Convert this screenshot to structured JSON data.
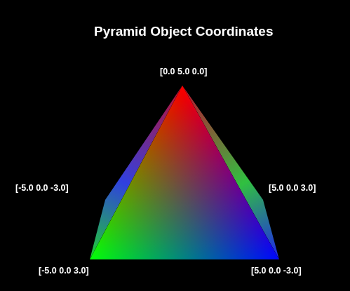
{
  "diagram": {
    "title": "Pyramid Object Coordinates",
    "labels": [
      "[0.0 5.0 0.0]",
      "[-5.0 0.0 -3.0]",
      "[5.0 0.0 3.0]",
      "[-5.0 0.0 3.0]",
      "[5.0 0.0 -3.0]"
    ]
  }
}
